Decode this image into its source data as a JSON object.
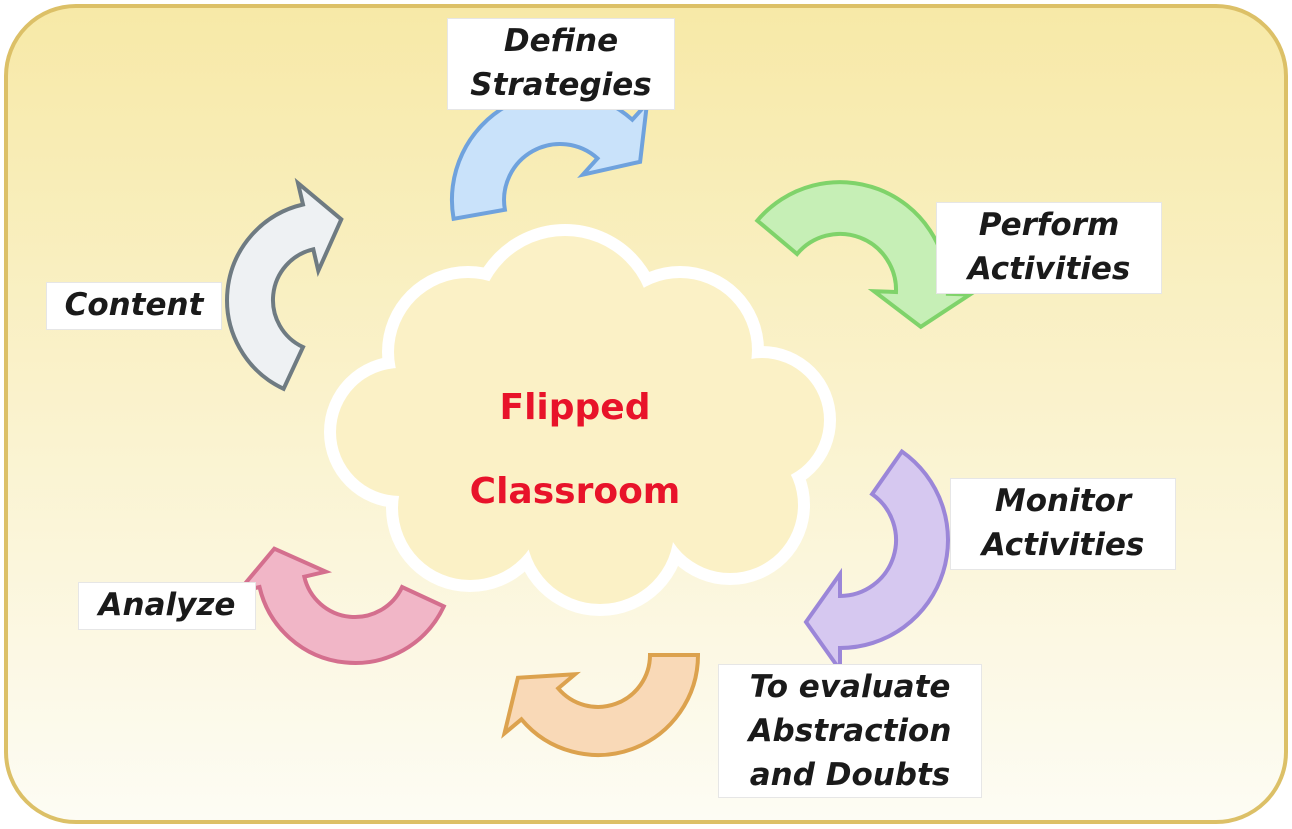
{
  "center": {
    "line1": "Flipped",
    "line2": "Classroom",
    "color": "#e8132a"
  },
  "steps": [
    {
      "id": "define",
      "lines": [
        "Define",
        "Strategies"
      ],
      "fill": "#c9e2fa",
      "stroke": "#6fa2dd"
    },
    {
      "id": "perform",
      "lines": [
        "Perform",
        "Activities"
      ],
      "fill": "#c6efb6",
      "stroke": "#7fd36a"
    },
    {
      "id": "monitor",
      "lines": [
        "Monitor",
        "Activities"
      ],
      "fill": "#d6c8f0",
      "stroke": "#9b86d8"
    },
    {
      "id": "evaluate",
      "lines": [
        "To evaluate",
        "Abstraction",
        "and Doubts"
      ],
      "fill": "#f9d9b7",
      "stroke": "#dca24e"
    },
    {
      "id": "analyze",
      "lines": [
        "Analyze"
      ],
      "fill": "#f1b6c7",
      "stroke": "#d46f8e"
    },
    {
      "id": "content",
      "lines": [
        "Content"
      ],
      "fill": "#eef1f3",
      "stroke": "#6f7b82"
    }
  ],
  "colors": {
    "frame_fill_top": "#f7e9a7",
    "frame_fill_bottom": "#fdfcf4",
    "frame_stroke": "#dcc067",
    "cloud_fill": "#fbf1c6",
    "cloud_stroke": "#ffffff",
    "label_text": "#1a1a1a"
  }
}
